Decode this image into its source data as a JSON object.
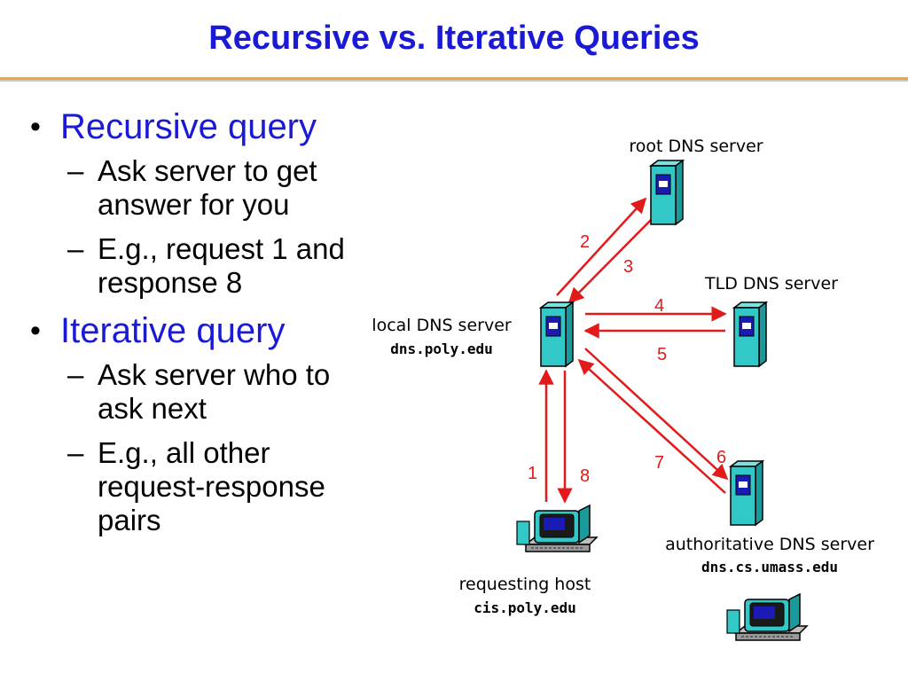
{
  "title": "Recursive vs. Iterative Queries",
  "bullets": [
    {
      "heading": "Recursive query",
      "subs": [
        "Ask server to get answer for you",
        "E.g., request 1 and response 8"
      ]
    },
    {
      "heading": "Iterative query",
      "subs": [
        "Ask server who to ask next",
        "E.g., all other request-response pairs"
      ]
    }
  ],
  "dash": "–",
  "nodes": {
    "root": {
      "label": "root DNS server"
    },
    "tld": {
      "label": "TLD DNS server"
    },
    "local": {
      "label": "local DNS server",
      "host": "dns.poly.edu"
    },
    "authoritative": {
      "label": "authoritative DNS server",
      "host": "dns.cs.umass.edu"
    },
    "requesting": {
      "label": "requesting host",
      "host": "cis.poly.edu"
    }
  },
  "steps": [
    "1",
    "2",
    "3",
    "4",
    "5",
    "6",
    "7",
    "8"
  ],
  "colors": {
    "title": "#1a1ad6",
    "arrow": "#e31a1a",
    "server_body": "#33c8c8",
    "server_panel": "#1a1ab4",
    "accent_line": "#f2a33a"
  },
  "icons": {
    "server": "server-tower-icon",
    "computer": "desktop-computer-icon"
  }
}
